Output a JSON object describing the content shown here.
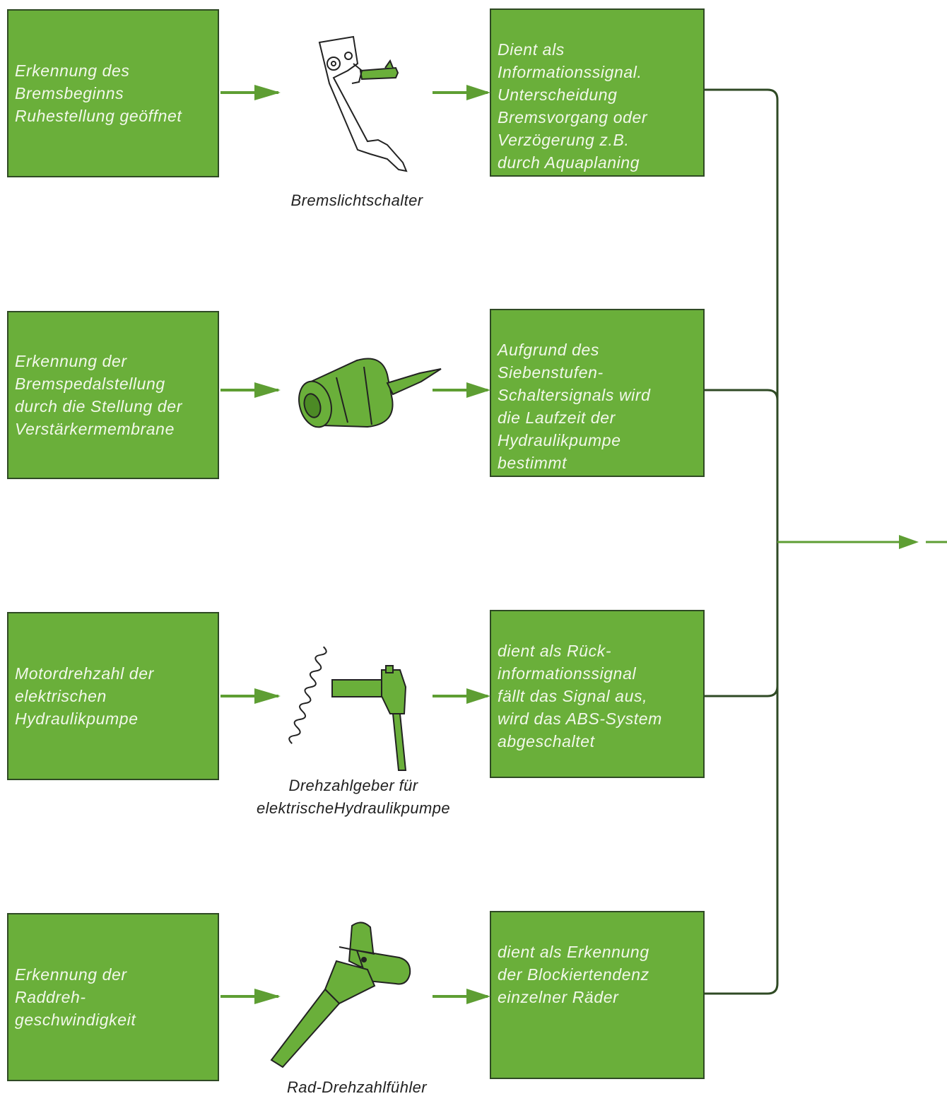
{
  "rows": [
    {
      "left_text": "Erkennung des\nBremsbeginns\nRuhestellung geöffnet",
      "component_icon": "brake-light-switch-icon",
      "caption": "Bremslichtschalter",
      "right_text": "Dient als\nInformationssignal.\nUnterscheidung\nBremsvorgang oder\nVerzögerung z.B.\ndurch Aquaplaning"
    },
    {
      "left_text": "Erkennung der\nBremspedalstellung\ndurch die Stellung der\nVerstärkermembrane",
      "component_icon": "seven-stage-switch-icon",
      "caption": "",
      "right_text": "Aufgrund des\nSiebenstufen-\nSchaltersignals wird\ndie Laufzeit der\nHydraulikpumpe\nbestimmt"
    },
    {
      "left_text": "Motordrehzahl der\nelektrischen\nHydraulikpumpe",
      "component_icon": "pump-speed-sender-icon",
      "caption": "Drehzahlgeber für\nelektrischeHydraulikpumpe",
      "right_text": "dient als Rück-\ninformationssignal\nfällt das Signal aus,\nwird das ABS-System\nabgeschaltet"
    },
    {
      "left_text": "Erkennung der\nRaddreh-\ngeschwindigkeit",
      "component_icon": "wheel-speed-sensor-icon",
      "caption": "Rad-Drehzahlfühler",
      "right_text": "dient als Erkennung\nder Blockiertendenz\neinzelner Räder"
    }
  ],
  "colors": {
    "box_fill": "#6aaf3a",
    "box_border": "#2f4a24",
    "box_text": "#f2f8ea",
    "arrow": "#5e9e33",
    "line": "#2f4a24",
    "component": "#6aaf3a"
  }
}
